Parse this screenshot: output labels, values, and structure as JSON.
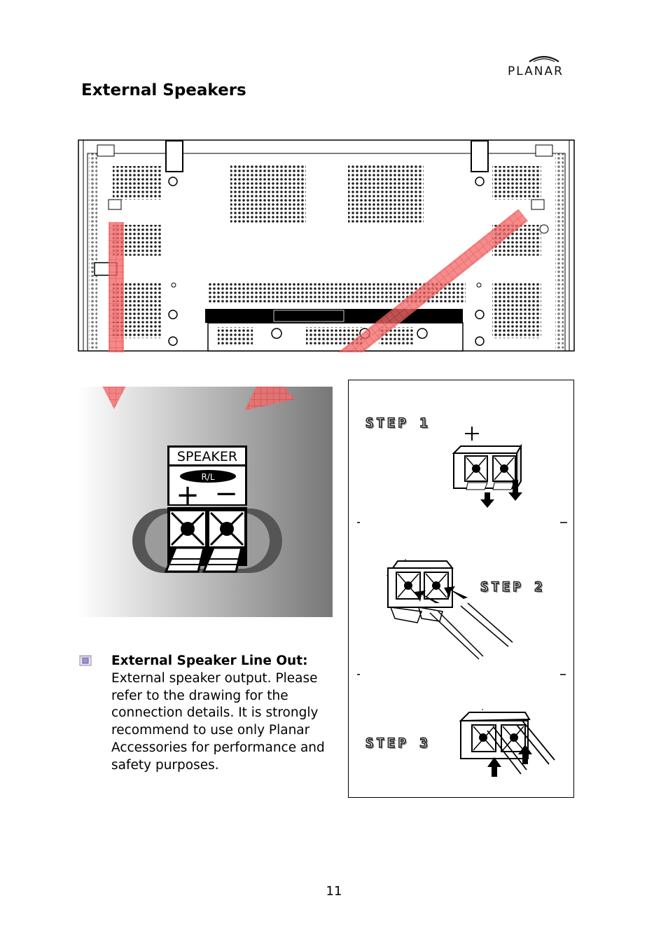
{
  "header": {
    "logo_text": "PLANAR",
    "page_title": "External Speakers"
  },
  "figure": {
    "speaker_label": "SPEAKER",
    "channel_label": "R/L",
    "plus_sign": "+",
    "minus_sign": "−"
  },
  "steps": [
    {
      "label": "STEP 1"
    },
    {
      "label": "STEP 2"
    },
    {
      "label": "STEP 3"
    }
  ],
  "description": {
    "heading": "External Speaker Line Out:",
    "body": "External speaker output. Please refer to the drawing for the connection details. It is strongly recommend to use only Planar Accessories for performance and safety purposes."
  },
  "footer": {
    "page_number": "11"
  },
  "colors": {
    "arrow": "#f04848",
    "panel_gradient_start": "#ffffff",
    "panel_gradient_end": "#777777"
  }
}
